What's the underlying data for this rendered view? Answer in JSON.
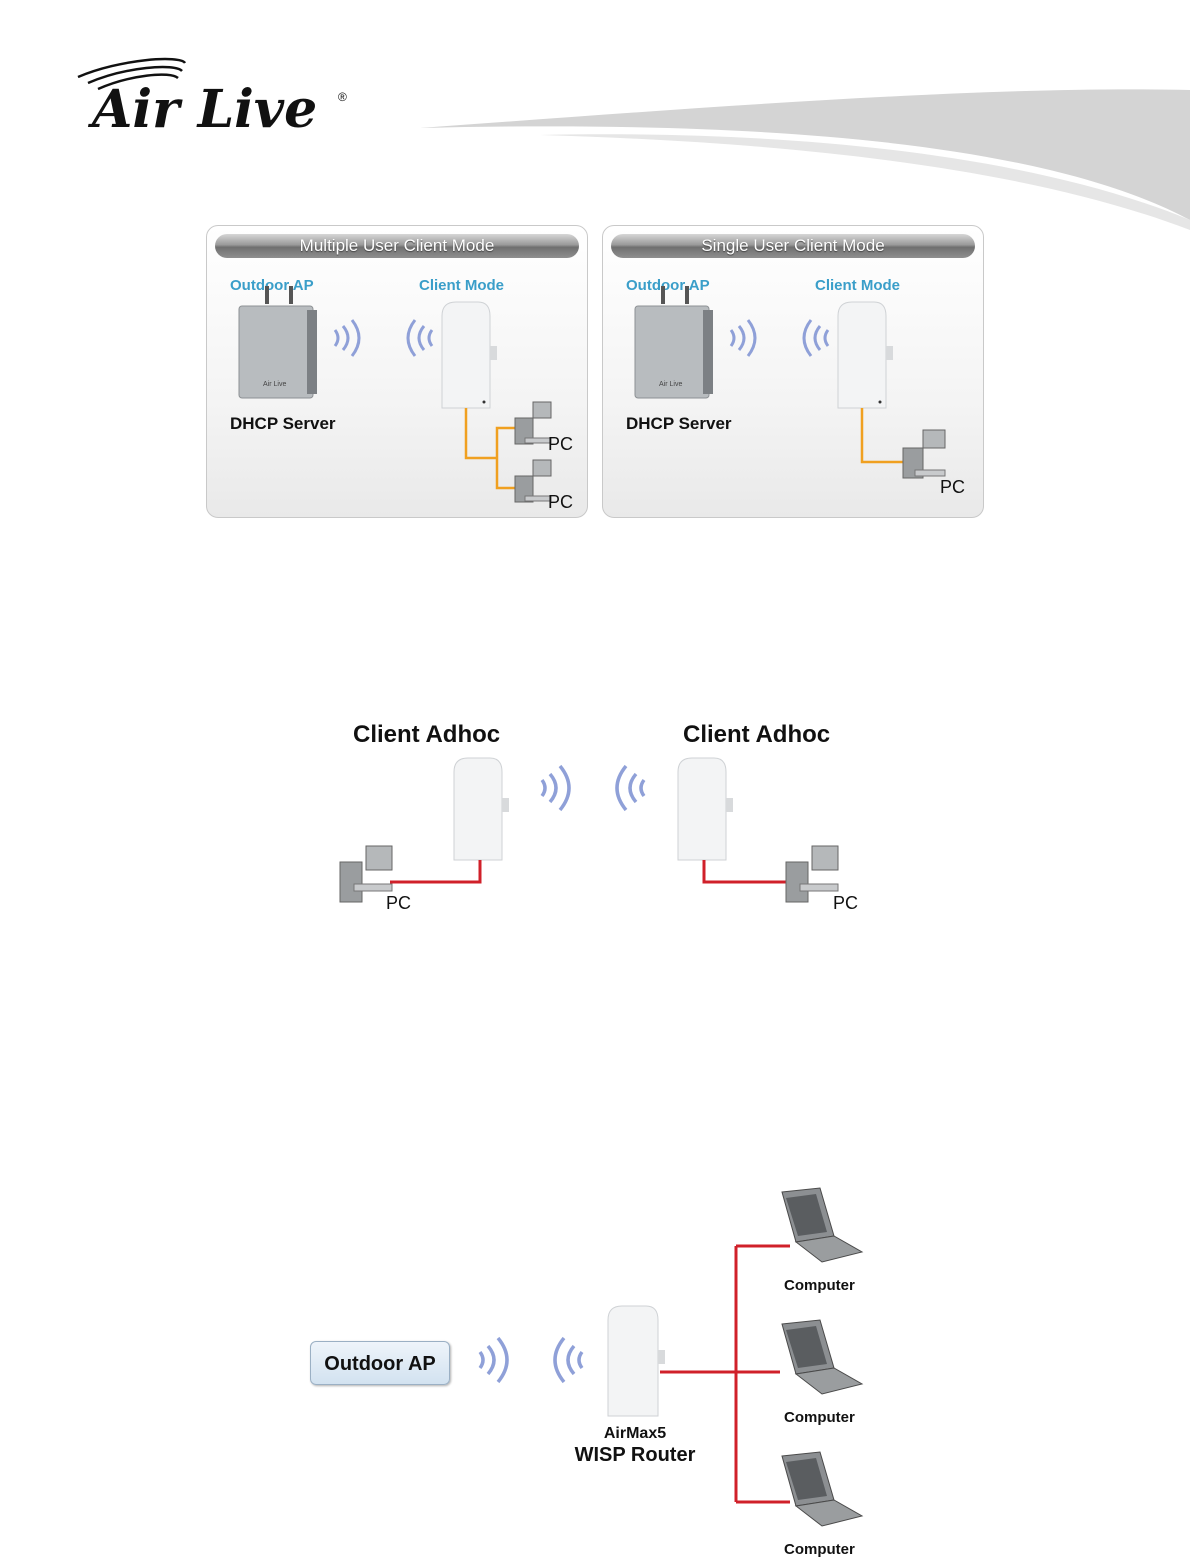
{
  "header": {
    "brand": "Air Live"
  },
  "panels": [
    {
      "title": "Multiple User Client Mode",
      "ap_label": "Outdoor AP",
      "client_label": "Client Mode",
      "server_label": "DHCP Server",
      "pc_labels": [
        "PC",
        "PC"
      ]
    },
    {
      "title": "Single User Client Mode",
      "ap_label": "Outdoor AP",
      "client_label": "Client Mode",
      "server_label": "DHCP Server",
      "pc_labels": [
        "PC"
      ]
    }
  ],
  "adhoc": {
    "left_title": "Client Adhoc",
    "right_title": "Client Adhoc",
    "left_pc": "PC",
    "right_pc": "PC"
  },
  "wisp": {
    "outdoor_ap": "Outdoor AP",
    "device_name": "AirMax5",
    "device_role": "WISP Router",
    "computers": [
      "Computer",
      "Computer",
      "Computer"
    ]
  },
  "colors": {
    "ethernet_orange": "#f0a020",
    "ethernet_red": "#d0202a",
    "wave": "#8fa0d8",
    "label_blue": "#3a9ec9"
  }
}
